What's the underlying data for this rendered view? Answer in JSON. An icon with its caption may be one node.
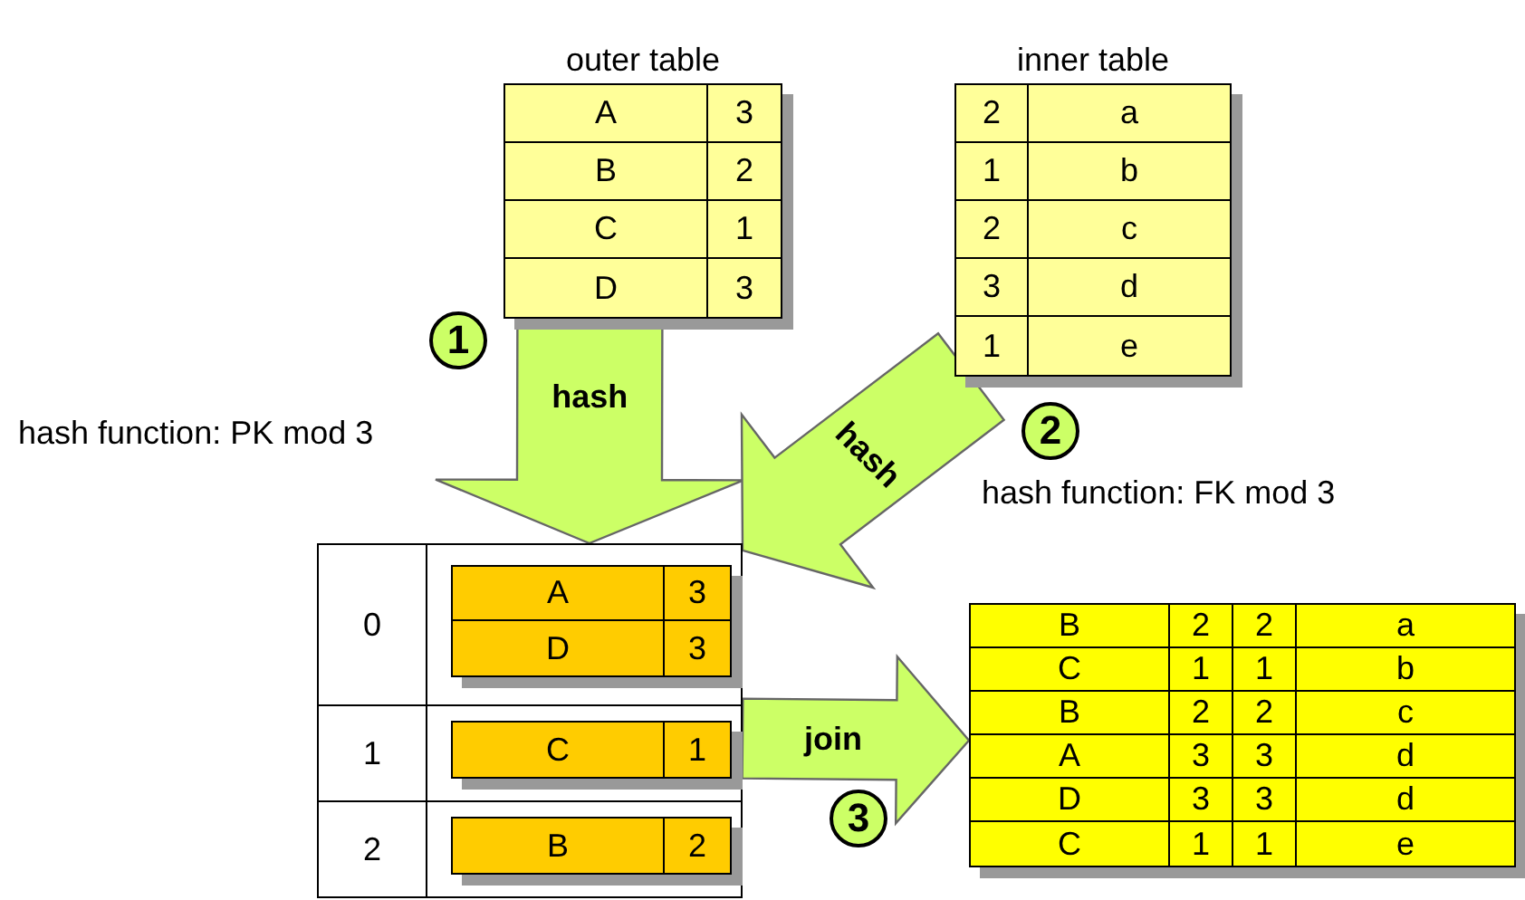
{
  "diagram": {
    "nodes": [
      {
        "text": [
          "outer table",
          "A",
          "3",
          "B",
          "2",
          "C",
          "1",
          "D",
          "3"
        ]
      },
      {
        "text": [
          "inner table",
          "2",
          "a",
          "1",
          "b",
          "2",
          "c",
          "3",
          "d",
          "1",
          "e"
        ]
      },
      {
        "text": [
          "0",
          "A",
          "3",
          "D",
          "3",
          "1",
          "C",
          "1",
          "2",
          "B",
          "2"
        ]
      },
      {
        "text": [
          "B",
          "2",
          "2",
          "a",
          "C",
          "1",
          "1",
          "b",
          "B",
          "2",
          "2",
          "c",
          "A",
          "3",
          "3",
          "d",
          "D",
          "3",
          "3",
          "d",
          "C",
          "1",
          "1",
          "e"
        ]
      }
    ],
    "edges": [
      {
        "from": 0,
        "to": 2,
        "arrow": "to",
        "label": "hash"
      },
      {
        "from": 1,
        "to": 2,
        "arrow": "to",
        "label": "hash"
      },
      {
        "from": 2,
        "to": 3,
        "arrow": "to",
        "label": "join"
      }
    ],
    "labels": [
      "1",
      "hash function: PK mod 3",
      "2",
      "hash function: FK mod 3",
      "3"
    ]
  }
}
